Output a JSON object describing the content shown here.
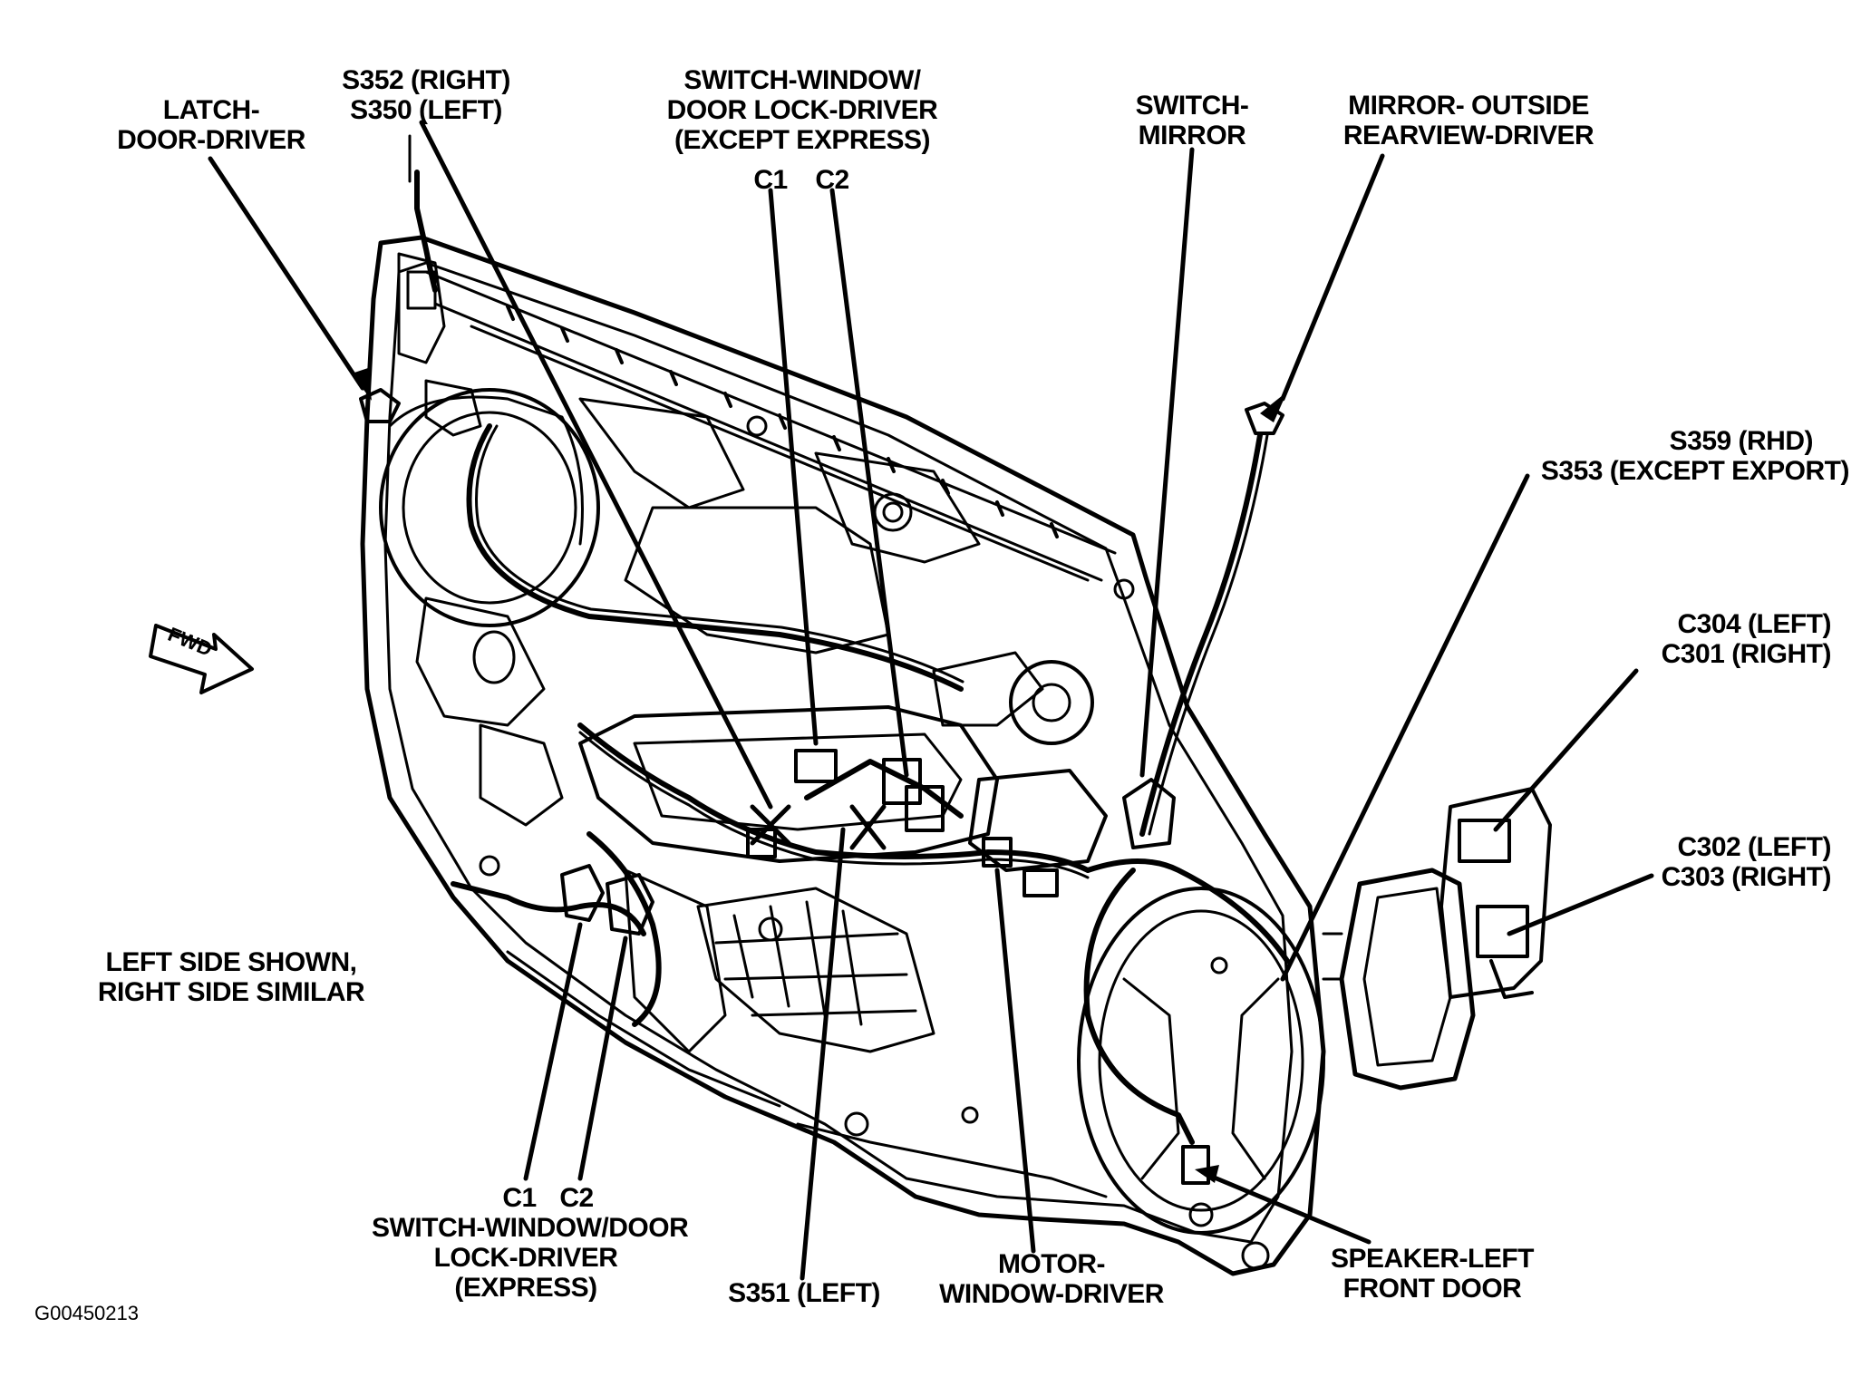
{
  "callouts": {
    "latch": [
      "LATCH-",
      "DOOR-DRIVER"
    ],
    "splice_s352": [
      "S352 (RIGHT)",
      "S350 (LEFT)"
    ],
    "switch_window_top": [
      "SWITCH-WINDOW/",
      "DOOR LOCK-DRIVER",
      "(EXCEPT EXPRESS)"
    ],
    "top_c1": "C1",
    "top_c2": "C2",
    "switch_mirror": [
      "SWITCH-",
      "MIRROR"
    ],
    "mirror_outside": [
      "MIRROR- OUTSIDE",
      "REARVIEW-DRIVER"
    ],
    "splice_s359": [
      "S359 (RHD)",
      "S353 (EXCEPT EXPORT)"
    ],
    "c304": [
      "C304 (LEFT)",
      "C301 (RIGHT)"
    ],
    "c302": [
      "C302 (LEFT)",
      "C303 (RIGHT)"
    ],
    "note": [
      "LEFT SIDE SHOWN,",
      "RIGHT SIDE SIMILAR"
    ],
    "bottom_c1": "C1",
    "bottom_c2": "C2",
    "switch_window_bottom": [
      "SWITCH-WINDOW/DOOR",
      "LOCK-DRIVER",
      "(EXPRESS)"
    ],
    "splice_s351": "S351 (LEFT)",
    "motor_window": [
      "MOTOR-",
      "WINDOW-DRIVER"
    ],
    "speaker": [
      "SPEAKER-LEFT",
      "FRONT DOOR"
    ],
    "fwd_arrow": "FWD"
  },
  "figure_id": "G00450213"
}
